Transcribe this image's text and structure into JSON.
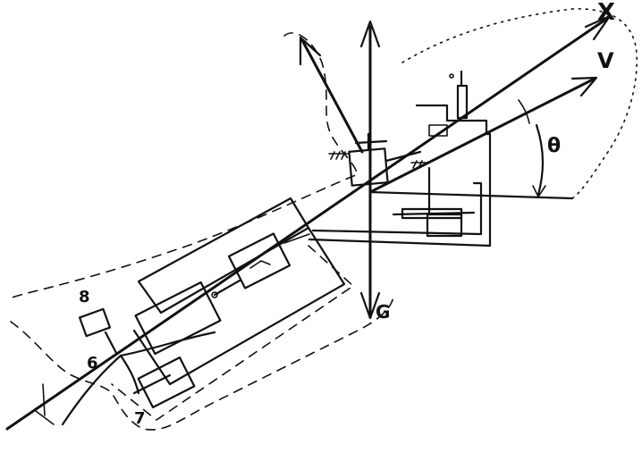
{
  "labels": {
    "x_axis": "X",
    "velocity": "V",
    "gravity": "G",
    "theta": "θ",
    "n6": "6",
    "n7": "7",
    "n8": "8"
  },
  "colors": {
    "ink": "#111111",
    "paper": "#ffffff"
  }
}
